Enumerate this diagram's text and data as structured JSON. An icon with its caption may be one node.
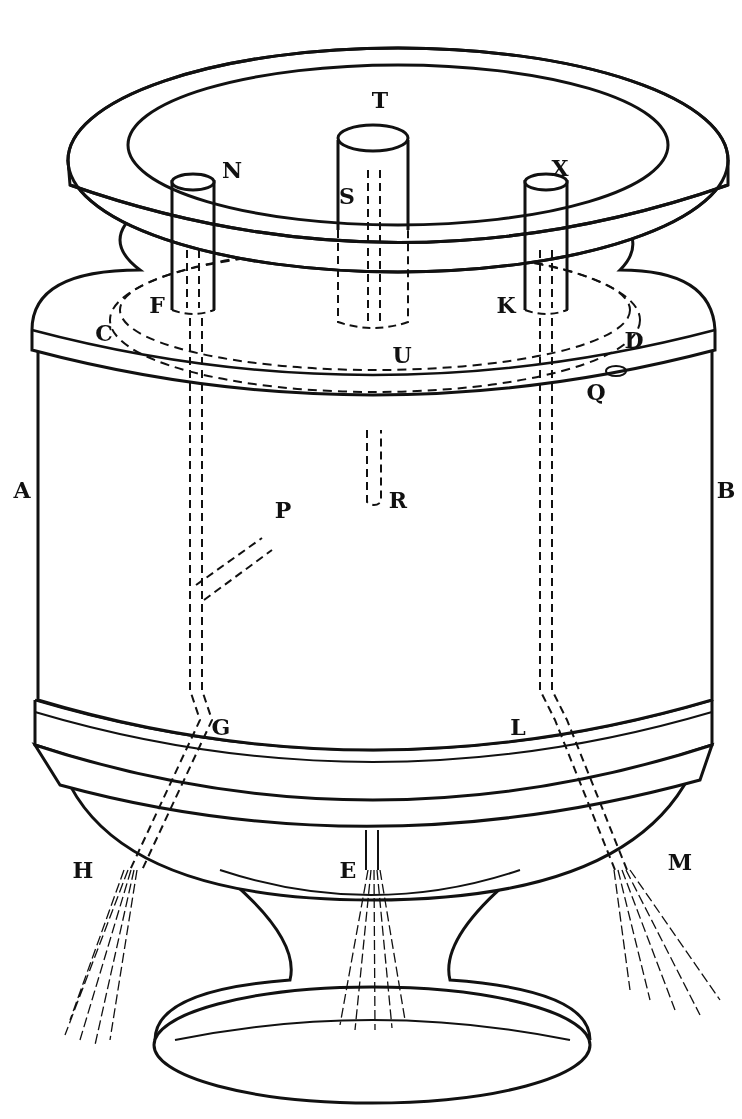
{
  "diagram": {
    "labels": [
      "T",
      "N",
      "S",
      "X",
      "F",
      "K",
      "C",
      "U",
      "D",
      "Q",
      "R",
      "A",
      "B",
      "P",
      "G",
      "L",
      "H",
      "E",
      "M"
    ]
  }
}
